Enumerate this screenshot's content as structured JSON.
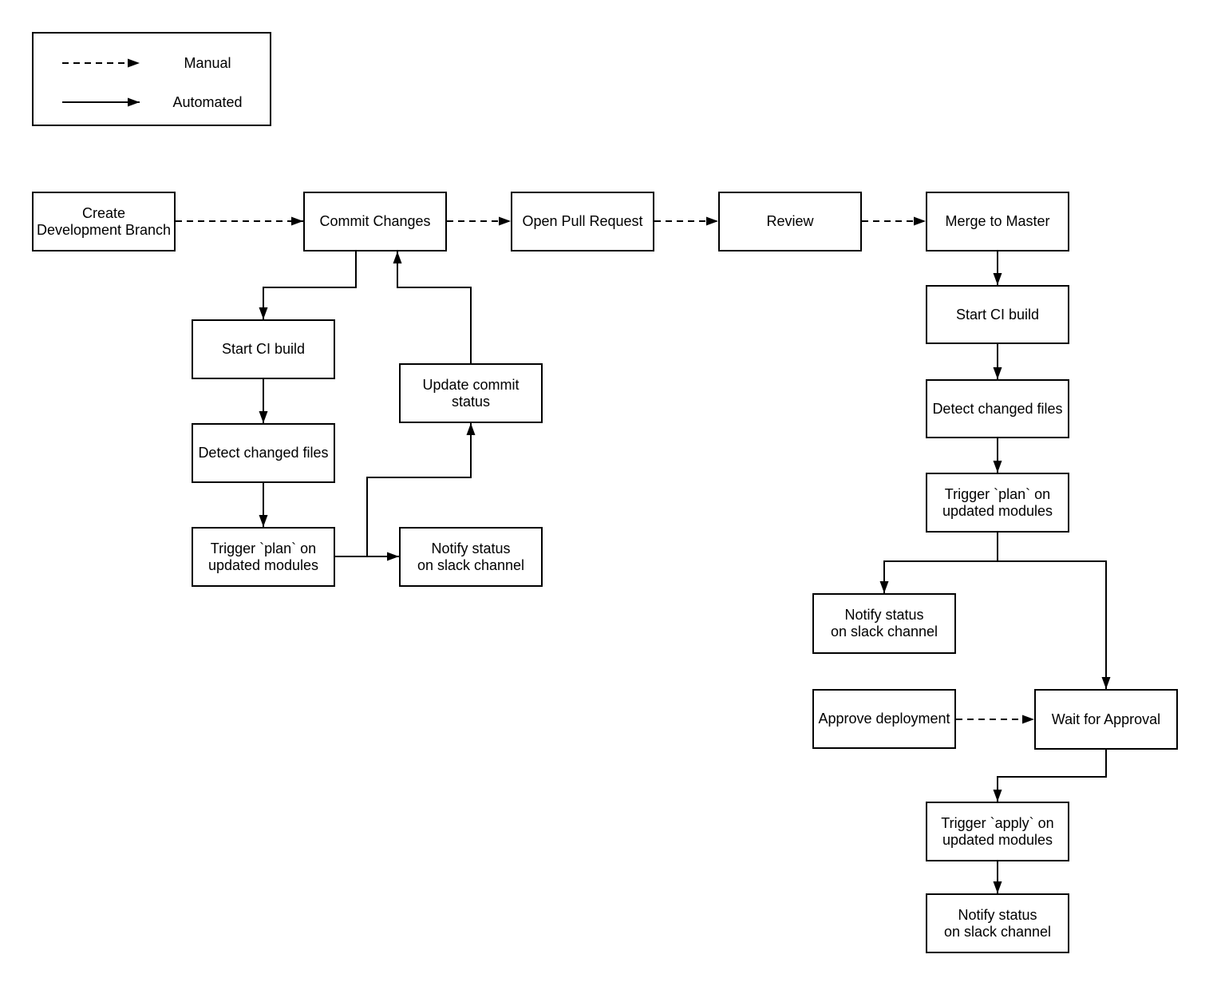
{
  "legend": {
    "manual_label": "Manual",
    "automated_label": "Automated"
  },
  "nodes": {
    "create_branch": {
      "label": "Create\nDevelopment Branch"
    },
    "commit_changes": {
      "label": "Commit Changes"
    },
    "open_pull_request": {
      "label": "Open Pull Request"
    },
    "review": {
      "label": "Review"
    },
    "merge_to_master": {
      "label": "Merge to Master"
    },
    "left_start_ci_build": {
      "label": "Start CI build"
    },
    "left_detect_changed_files": {
      "label": "Detect changed files"
    },
    "left_trigger_plan": {
      "label": "Trigger `plan` on\nupdated modules"
    },
    "update_commit_status": {
      "label": "Update commit\nstatus"
    },
    "left_notify_status": {
      "label": "Notify status\non slack channel"
    },
    "right_start_ci_build": {
      "label": "Start CI build"
    },
    "right_detect_changed_files": {
      "label": "Detect changed files"
    },
    "right_trigger_plan": {
      "label": "Trigger `plan` on\nupdated modules"
    },
    "right_notify_status_plan": {
      "label": "Notify status\non slack channel"
    },
    "approve_deployment": {
      "label": "Approve deployment"
    },
    "wait_for_approval": {
      "label": "Wait for Approval"
    },
    "trigger_apply": {
      "label": "Trigger `apply` on\nupdated modules"
    },
    "right_notify_status_apply": {
      "label": "Notify status\non slack channel"
    }
  },
  "edges": [
    {
      "from": "create_branch",
      "to": "commit_changes",
      "type": "manual"
    },
    {
      "from": "commit_changes",
      "to": "open_pull_request",
      "type": "manual"
    },
    {
      "from": "open_pull_request",
      "to": "review",
      "type": "manual"
    },
    {
      "from": "review",
      "to": "merge_to_master",
      "type": "manual"
    },
    {
      "from": "approve_deployment",
      "to": "wait_for_approval",
      "type": "manual"
    },
    {
      "from": "commit_changes",
      "to": "left_start_ci_build",
      "type": "automated"
    },
    {
      "from": "left_start_ci_build",
      "to": "left_detect_changed_files",
      "type": "automated"
    },
    {
      "from": "left_detect_changed_files",
      "to": "left_trigger_plan",
      "type": "automated"
    },
    {
      "from": "left_trigger_plan",
      "to": "left_notify_status",
      "type": "automated"
    },
    {
      "from": "left_trigger_plan",
      "to": "update_commit_status",
      "type": "automated"
    },
    {
      "from": "update_commit_status",
      "to": "commit_changes",
      "type": "automated"
    },
    {
      "from": "merge_to_master",
      "to": "right_start_ci_build",
      "type": "automated"
    },
    {
      "from": "right_start_ci_build",
      "to": "right_detect_changed_files",
      "type": "automated"
    },
    {
      "from": "right_detect_changed_files",
      "to": "right_trigger_plan",
      "type": "automated"
    },
    {
      "from": "right_trigger_plan",
      "to": "right_notify_status_plan",
      "type": "automated"
    },
    {
      "from": "right_trigger_plan",
      "to": "wait_for_approval",
      "type": "automated"
    },
    {
      "from": "wait_for_approval",
      "to": "trigger_apply",
      "type": "automated"
    },
    {
      "from": "trigger_apply",
      "to": "right_notify_status_apply",
      "type": "automated"
    }
  ],
  "colors": {
    "stroke": "#000000",
    "box_fill": "#ffffff",
    "text": "#000000",
    "background": "#ffffff"
  }
}
